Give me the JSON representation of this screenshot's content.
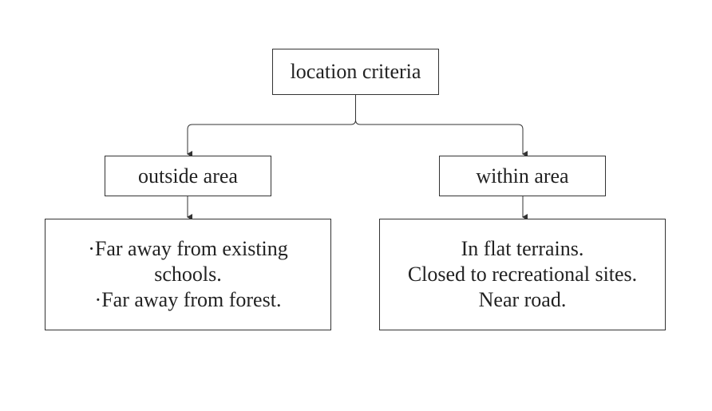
{
  "diagram": {
    "root": {
      "label": "location criteria"
    },
    "branches": [
      {
        "label": "outside area",
        "details": [
          "·Far away from existing",
          "schools.",
          "·Far away from forest."
        ]
      },
      {
        "label": "within area",
        "details": [
          "In flat terrains.",
          "Closed to recreational sites.",
          "Near road."
        ]
      }
    ]
  }
}
